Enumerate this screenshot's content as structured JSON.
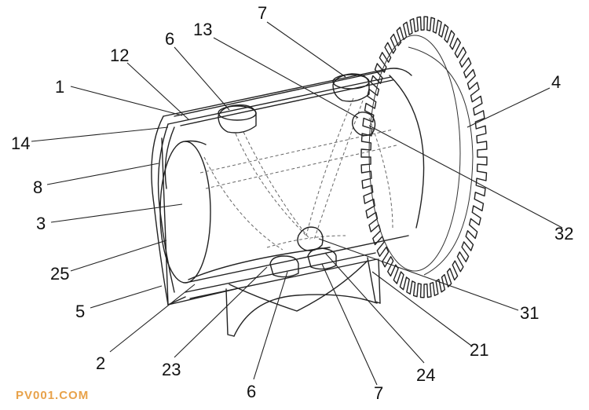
{
  "figure": {
    "labels": [
      {
        "id": "label-1",
        "text": "1"
      },
      {
        "id": "label-12",
        "text": "12"
      },
      {
        "id": "label-6-top",
        "text": "6"
      },
      {
        "id": "label-13",
        "text": "13"
      },
      {
        "id": "label-7-top",
        "text": "7"
      },
      {
        "id": "label-4",
        "text": "4"
      },
      {
        "id": "label-14",
        "text": "14"
      },
      {
        "id": "label-8",
        "text": "8"
      },
      {
        "id": "label-3",
        "text": "3"
      },
      {
        "id": "label-25",
        "text": "25"
      },
      {
        "id": "label-5",
        "text": "5"
      },
      {
        "id": "label-2",
        "text": "2"
      },
      {
        "id": "label-23",
        "text": "23"
      },
      {
        "id": "label-6-bottom",
        "text": "6"
      },
      {
        "id": "label-7-bottom",
        "text": "7"
      },
      {
        "id": "label-24",
        "text": "24"
      },
      {
        "id": "label-21",
        "text": "21"
      },
      {
        "id": "label-31",
        "text": "31"
      },
      {
        "id": "label-32",
        "text": "32"
      }
    ],
    "watermark": "PV001.COM"
  }
}
